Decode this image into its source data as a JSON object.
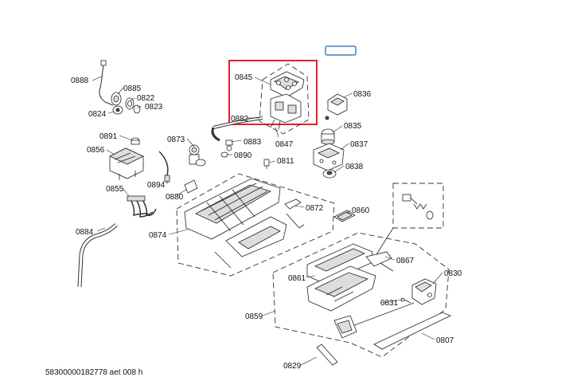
{
  "diagram": {
    "labels": {
      "p0888": "0888",
      "p0885": "0885",
      "p0822": "0822",
      "p0823": "0823",
      "p0824": "0824",
      "p0845": "0845",
      "p0836": "0836",
      "p0882": "0882",
      "p0883": "0883",
      "p0847": "0847",
      "p0835": "0835",
      "p0891": "0891",
      "p0856": "0856",
      "p0873": "0873",
      "p0890": "0890",
      "p0811": "0811",
      "p0837": "0837",
      "p0838": "0838",
      "p0894": "0894",
      "p0880": "0880",
      "p0855": "0855",
      "p0872": "0872",
      "p0860": "0860",
      "p0884": "0884",
      "p0874": "0874",
      "p0867": "0867",
      "p0861": "0861",
      "p0830": "0830",
      "p0831": "0831",
      "p0859": "0859",
      "p0807": "0807",
      "p0829": "0829"
    },
    "footer_code": "58300000182778 aet 008 h",
    "highlight_color": "#e0202e",
    "badge_color": "#3b82c4"
  }
}
